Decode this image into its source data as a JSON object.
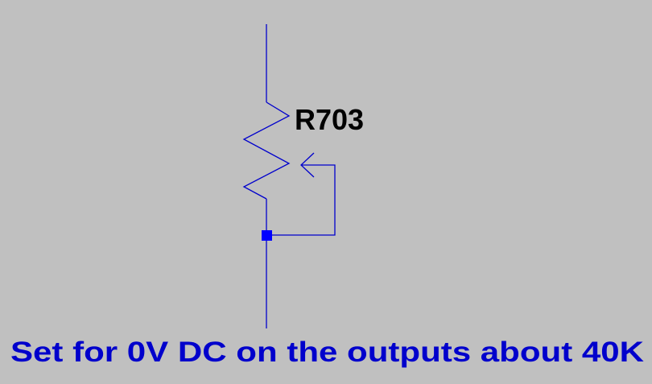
{
  "schematic": {
    "component": {
      "type": "potentiometer",
      "reference": "R703"
    },
    "note": "Set for 0V DC on the outputs about 40K"
  },
  "colors": {
    "background": "#c0c0c0",
    "wire": "#0000cc",
    "junction": "#0000ff",
    "reference_text": "#000000",
    "note_text": "#0000cc"
  }
}
